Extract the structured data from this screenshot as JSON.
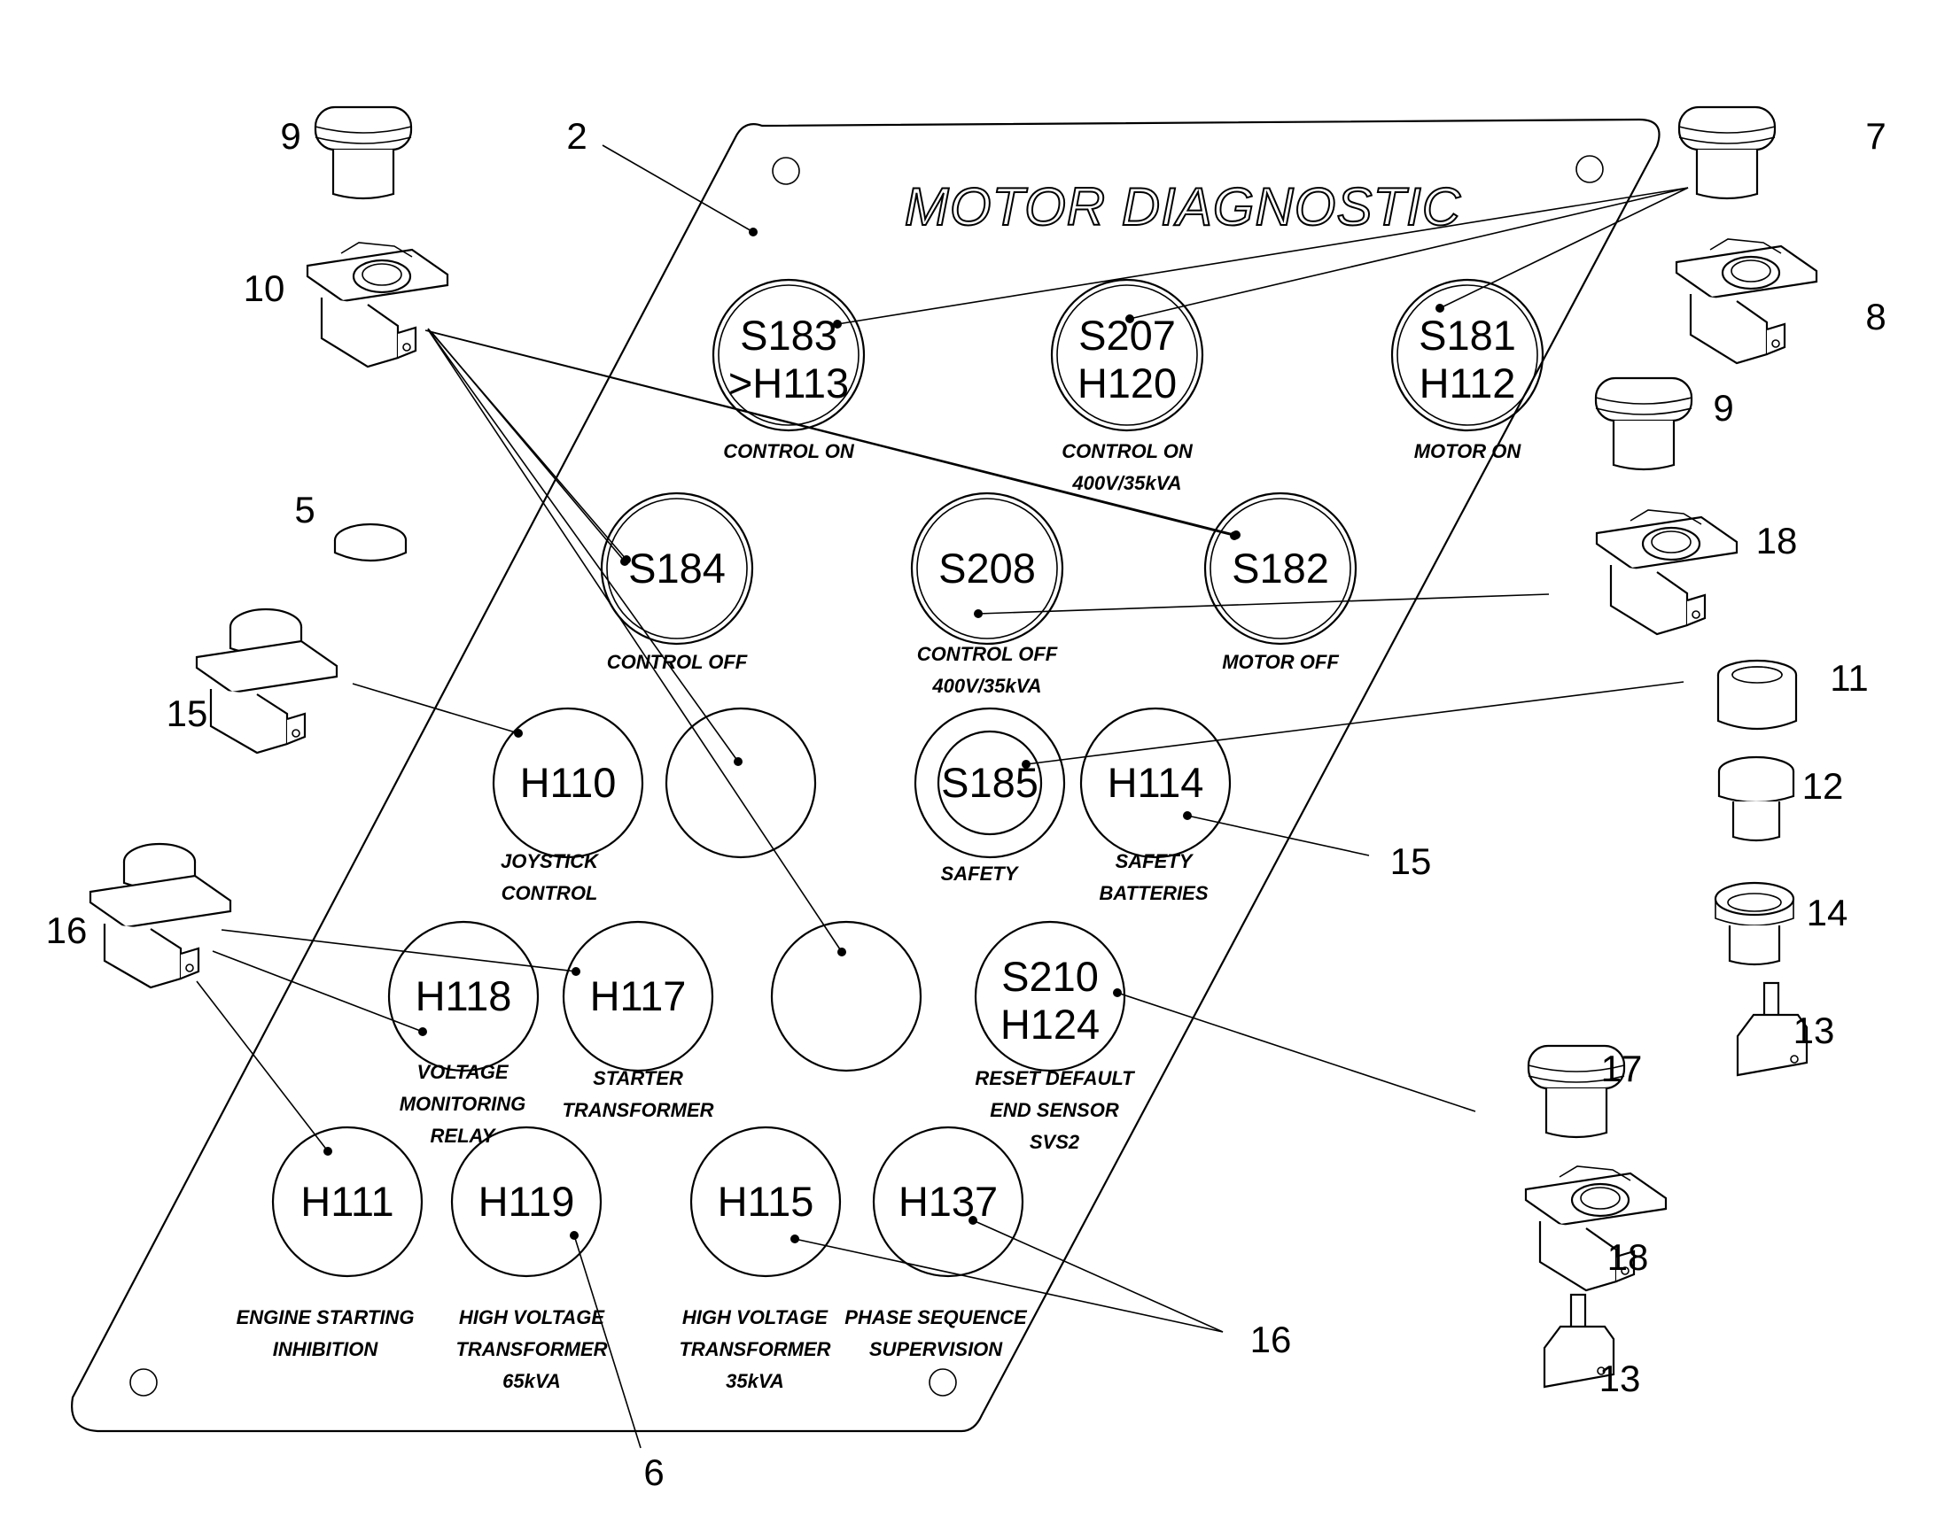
{
  "title": "MOTOR DIAGNOSTIC",
  "buttons": [
    {
      "id": "s183",
      "l1": "S183",
      "l2": ">H113",
      "double": true
    },
    {
      "id": "s207",
      "l1": "S207",
      "l2": "H120",
      "double": true
    },
    {
      "id": "s181",
      "l1": "S181",
      "l2": "H112",
      "double": true
    },
    {
      "id": "s184",
      "l1": "S184",
      "l2": "",
      "double": true
    },
    {
      "id": "s208",
      "l1": "S208",
      "l2": "",
      "double": true
    },
    {
      "id": "s182",
      "l1": "S182",
      "l2": "",
      "double": true
    },
    {
      "id": "h110",
      "l1": "H110",
      "l2": "",
      "double": false
    },
    {
      "id": "blank-a",
      "l1": "",
      "l2": "",
      "double": false
    },
    {
      "id": "s185",
      "l1": "S185",
      "l2": "",
      "double": false
    },
    {
      "id": "h114",
      "l1": "H114",
      "l2": "",
      "double": false
    },
    {
      "id": "h118",
      "l1": "H118",
      "l2": "",
      "double": false
    },
    {
      "id": "h117",
      "l1": "H117",
      "l2": "",
      "double": false
    },
    {
      "id": "blank-b",
      "l1": "",
      "l2": "",
      "double": false
    },
    {
      "id": "s210",
      "l1": "S210",
      "l2": "H124",
      "double": false
    },
    {
      "id": "h111",
      "l1": "H111",
      "l2": "",
      "double": false
    },
    {
      "id": "h119",
      "l1": "H119",
      "l2": "",
      "double": false
    },
    {
      "id": "h115",
      "l1": "H115",
      "l2": "",
      "double": false
    },
    {
      "id": "h137",
      "l1": "H137",
      "l2": "",
      "double": false
    }
  ],
  "captions": [
    {
      "id": "cap-control-on-1",
      "lines": [
        "CONTROL ON"
      ]
    },
    {
      "id": "cap-control-on-2",
      "lines": [
        "CONTROL ON",
        "400V/35kVA"
      ]
    },
    {
      "id": "cap-motor-on",
      "lines": [
        "MOTOR ON"
      ]
    },
    {
      "id": "cap-control-off-1",
      "lines": [
        "CONTROL OFF"
      ]
    },
    {
      "id": "cap-control-off-2",
      "lines": [
        "CONTROL OFF",
        "400V/35kVA"
      ]
    },
    {
      "id": "cap-motor-off",
      "lines": [
        "MOTOR OFF"
      ]
    },
    {
      "id": "cap-joystick",
      "lines": [
        "JOYSTICK",
        "CONTROL"
      ]
    },
    {
      "id": "cap-safety",
      "lines": [
        "SAFETY"
      ]
    },
    {
      "id": "cap-safety-batteries",
      "lines": [
        "SAFETY",
        "BATTERIES"
      ]
    },
    {
      "id": "cap-voltage",
      "lines": [
        "VOLTAGE",
        "MONITORING",
        "RELAY"
      ]
    },
    {
      "id": "cap-starter",
      "lines": [
        "STARTER",
        "TRANSFORMER"
      ]
    },
    {
      "id": "cap-reset",
      "lines": [
        "RESET DEFAULT",
        "END SENSOR",
        "SVS2"
      ]
    },
    {
      "id": "cap-engine",
      "lines": [
        "ENGINE STARTING",
        "INHIBITION"
      ]
    },
    {
      "id": "cap-hv-65",
      "lines": [
        "HIGH VOLTAGE",
        "TRANSFORMER",
        "65kVA"
      ]
    },
    {
      "id": "cap-hv-35",
      "lines": [
        "HIGH VOLTAGE",
        "TRANSFORMER",
        "35kVA"
      ]
    },
    {
      "id": "cap-phase",
      "lines": [
        "PHASE SEQUENCE",
        "SUPERVISION"
      ]
    }
  ],
  "callouts": [
    "9",
    "2",
    "7",
    "10",
    "8",
    "9",
    "5",
    "18",
    "15",
    "11",
    "12",
    "15",
    "14",
    "16",
    "13",
    "17",
    "18",
    "16",
    "13",
    "6"
  ],
  "parts": [
    {
      "id": "part-9-top-left",
      "kind": "cap"
    },
    {
      "id": "part-10",
      "kind": "holder"
    },
    {
      "id": "part-5",
      "kind": "blank-plug"
    },
    {
      "id": "part-15-left",
      "kind": "assembled"
    },
    {
      "id": "part-16-left",
      "kind": "assembled"
    },
    {
      "id": "part-7",
      "kind": "cap"
    },
    {
      "id": "part-8",
      "kind": "holder"
    },
    {
      "id": "part-9-right",
      "kind": "cap"
    },
    {
      "id": "part-18-upper",
      "kind": "holder"
    },
    {
      "id": "part-11",
      "kind": "ring"
    },
    {
      "id": "part-12",
      "kind": "cap-small"
    },
    {
      "id": "part-14",
      "kind": "cup"
    },
    {
      "id": "part-13-upper",
      "kind": "contact-block"
    },
    {
      "id": "part-17",
      "kind": "cap"
    },
    {
      "id": "part-18-lower",
      "kind": "holder"
    },
    {
      "id": "part-13-lower",
      "kind": "contact-block"
    }
  ]
}
